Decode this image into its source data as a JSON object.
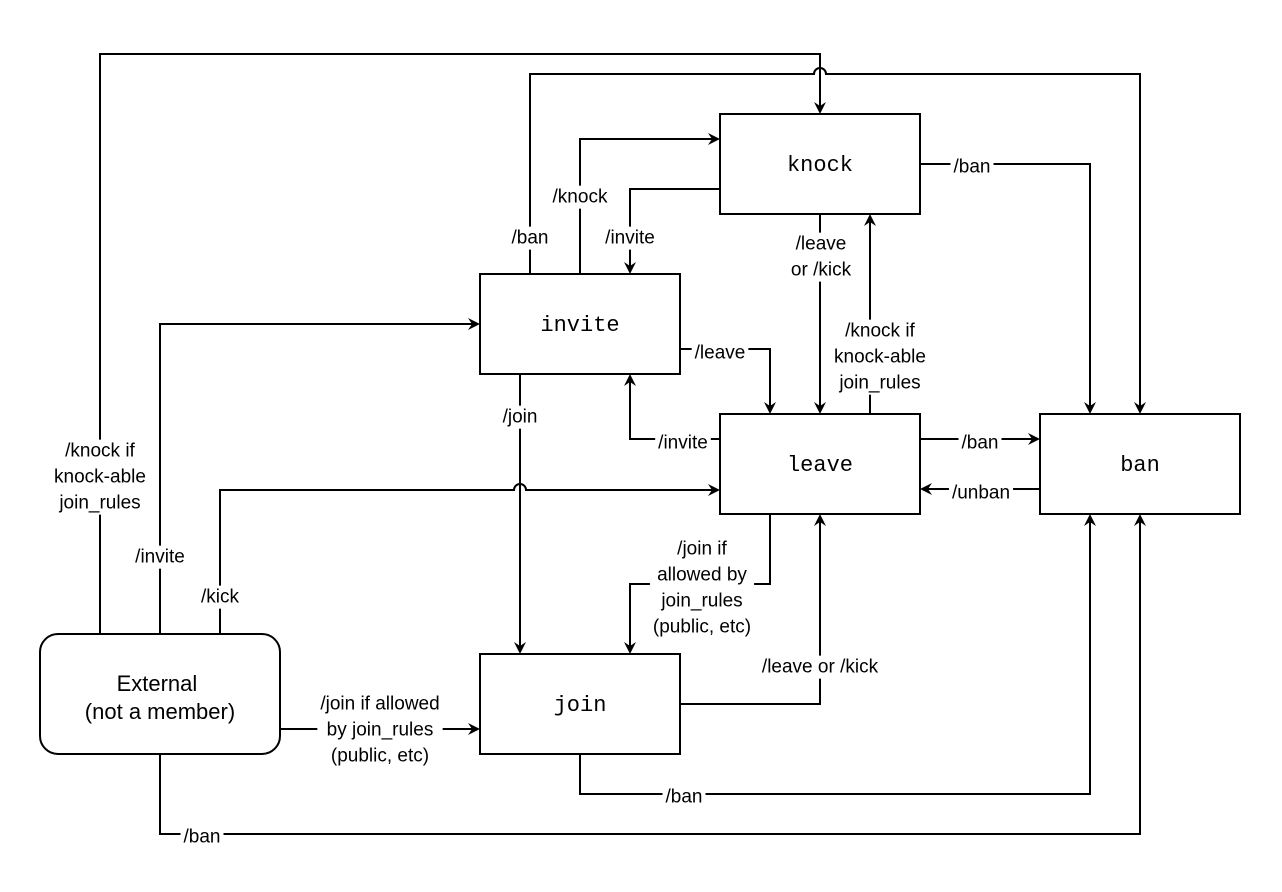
{
  "nodes": {
    "knock": "knock",
    "invite": "invite",
    "leave": "leave",
    "ban": "ban",
    "join": "join",
    "external": [
      "External",
      "(not a member)"
    ]
  },
  "edges": {
    "knock_to_ban": [
      "/ban"
    ],
    "knock_to_invite": [
      "/invite"
    ],
    "knock_to_leave": [
      "/leave",
      "or /kick"
    ],
    "invite_to_knock": [
      "/knock"
    ],
    "invite_to_ban": [
      "/ban"
    ],
    "invite_to_leave": [
      "/leave"
    ],
    "invite_to_join": [
      "/join"
    ],
    "leave_to_invite": [
      "/invite"
    ],
    "leave_to_knock": [
      "/knock if",
      "knock-able",
      "join_rules"
    ],
    "leave_to_ban": [
      "/ban"
    ],
    "ban_to_leave": [
      "/unban"
    ],
    "leave_to_join": [
      "/join if",
      "allowed by",
      "join_rules",
      "(public, etc)"
    ],
    "join_to_leave": [
      "/leave or /kick"
    ],
    "join_to_ban": [
      "/ban"
    ],
    "external_to_knock": [
      "/knock if",
      "knock-able",
      "join_rules"
    ],
    "external_to_invite": [
      "/invite"
    ],
    "external_to_leave": [
      "/kick"
    ],
    "external_to_join": [
      "/join if allowed",
      "by join_rules",
      "(public, etc)"
    ],
    "external_to_ban": [
      "/ban"
    ]
  }
}
